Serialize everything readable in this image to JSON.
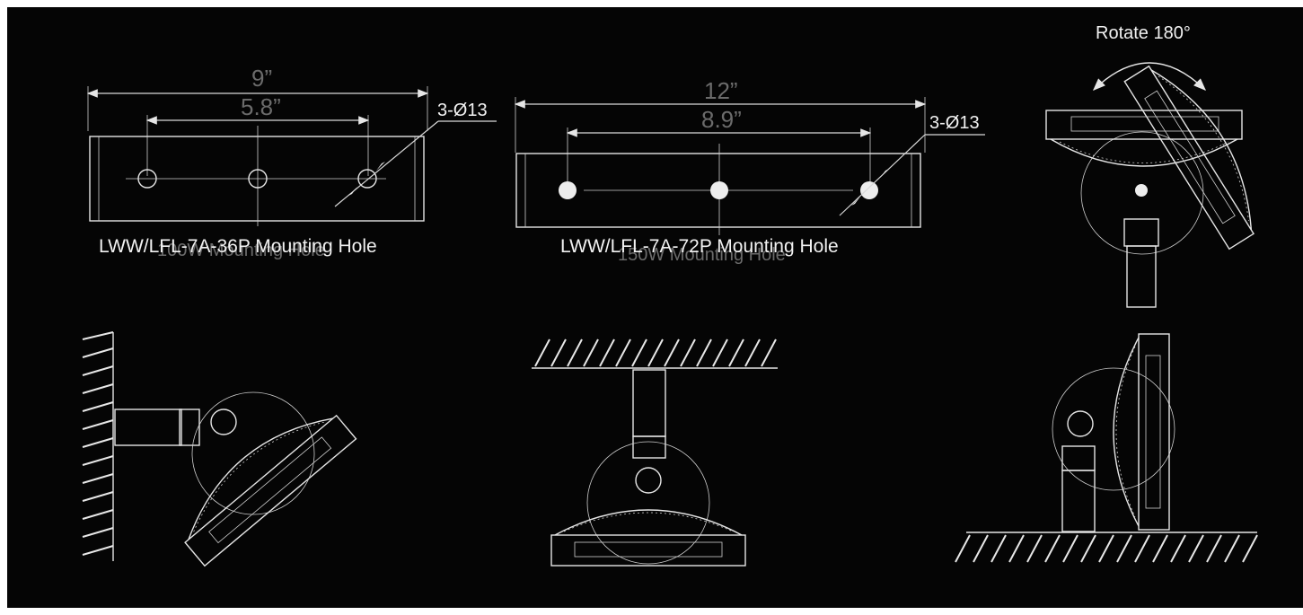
{
  "drawing1": {
    "overall_width": "9”",
    "hole_span": "5.8”",
    "hole_callout": "3-Ø13",
    "caption": "LWW/LFL-7A-36P  Mounting Hole",
    "ghost_caption": "100W Mounting Hole"
  },
  "drawing2": {
    "overall_width": "12”",
    "hole_span": "8.9”",
    "hole_callout": "3-Ø13",
    "caption": "LWW/LFL-7A-72P  Mounting Hole",
    "ghost_caption": "150W Mounting Hole"
  },
  "rotate_label": "Rotate 180°",
  "colors": {
    "background": "#050505",
    "lines": "#e6e6e6",
    "ghost_text": "#6b6b6b"
  }
}
